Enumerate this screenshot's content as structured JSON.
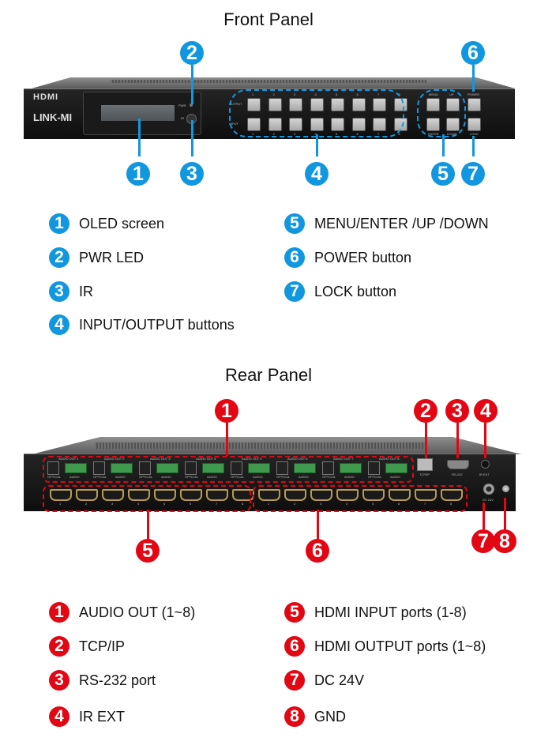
{
  "front": {
    "title": "Front Panel",
    "brand_top": "HDMI",
    "brand_bottom": "LINK-MI",
    "device_labels": {
      "pwr": "PWR",
      "ir": "IR",
      "output": "OUTPUT",
      "input": "INPUT",
      "menu": "MENU",
      "up": "UP",
      "enter": "ENTER",
      "down": "DOWN",
      "power": "POWER",
      "lock": "LOCK",
      "numbers": [
        "1",
        "2",
        "3",
        "4",
        "5",
        "6",
        "7",
        "8"
      ]
    },
    "callouts": [
      "1",
      "2",
      "3",
      "4",
      "5",
      "6",
      "7"
    ],
    "legend": [
      {
        "num": "1",
        "label": "OLED screen"
      },
      {
        "num": "2",
        "label": "PWR LED"
      },
      {
        "num": "3",
        "label": "IR"
      },
      {
        "num": "4",
        "label": "INPUT/OUTPUT buttons"
      },
      {
        "num": "5",
        "label": "MENU/ENTER /UP /DOWN"
      },
      {
        "num": "6",
        "label": "POWER button"
      },
      {
        "num": "7",
        "label": "LOCK button"
      }
    ],
    "accent_color": "#1197df"
  },
  "rear": {
    "title": "Rear Panel",
    "device_labels": {
      "audio_out": [
        "AUDIO OUT 1",
        "AUDIO OUT 2",
        "AUDIO OUT 3",
        "AUDIO OUT 4",
        "AUDIO OUT 5",
        "AUDIO OUT 6",
        "AUDIO OUT 7",
        "AUDIO OUT 8"
      ],
      "optical": "OPTICAL",
      "audio": "AUDIO",
      "tcpip": "TCP/IP",
      "rs232": "RS-232",
      "ir_ext": "IR EXT",
      "dc": "DC 24V",
      "numbers": [
        "1",
        "2",
        "3",
        "4",
        "5",
        "6",
        "7",
        "8"
      ]
    },
    "callouts": [
      "1",
      "2",
      "3",
      "4",
      "5",
      "6",
      "7",
      "8"
    ],
    "legend": [
      {
        "num": "1",
        "label": "AUDIO OUT (1~8)"
      },
      {
        "num": "2",
        "label": "TCP/IP"
      },
      {
        "num": "3",
        "label": "RS-232 port"
      },
      {
        "num": "4",
        "label": "IR EXT"
      },
      {
        "num": "5",
        "label": "HDMI INPUT ports (1-8)"
      },
      {
        "num": "6",
        "label": "HDMI OUTPUT ports (1~8)"
      },
      {
        "num": "7",
        "label": "DC 24V"
      },
      {
        "num": "8",
        "label": "GND"
      }
    ],
    "accent_color": "#e30613"
  }
}
